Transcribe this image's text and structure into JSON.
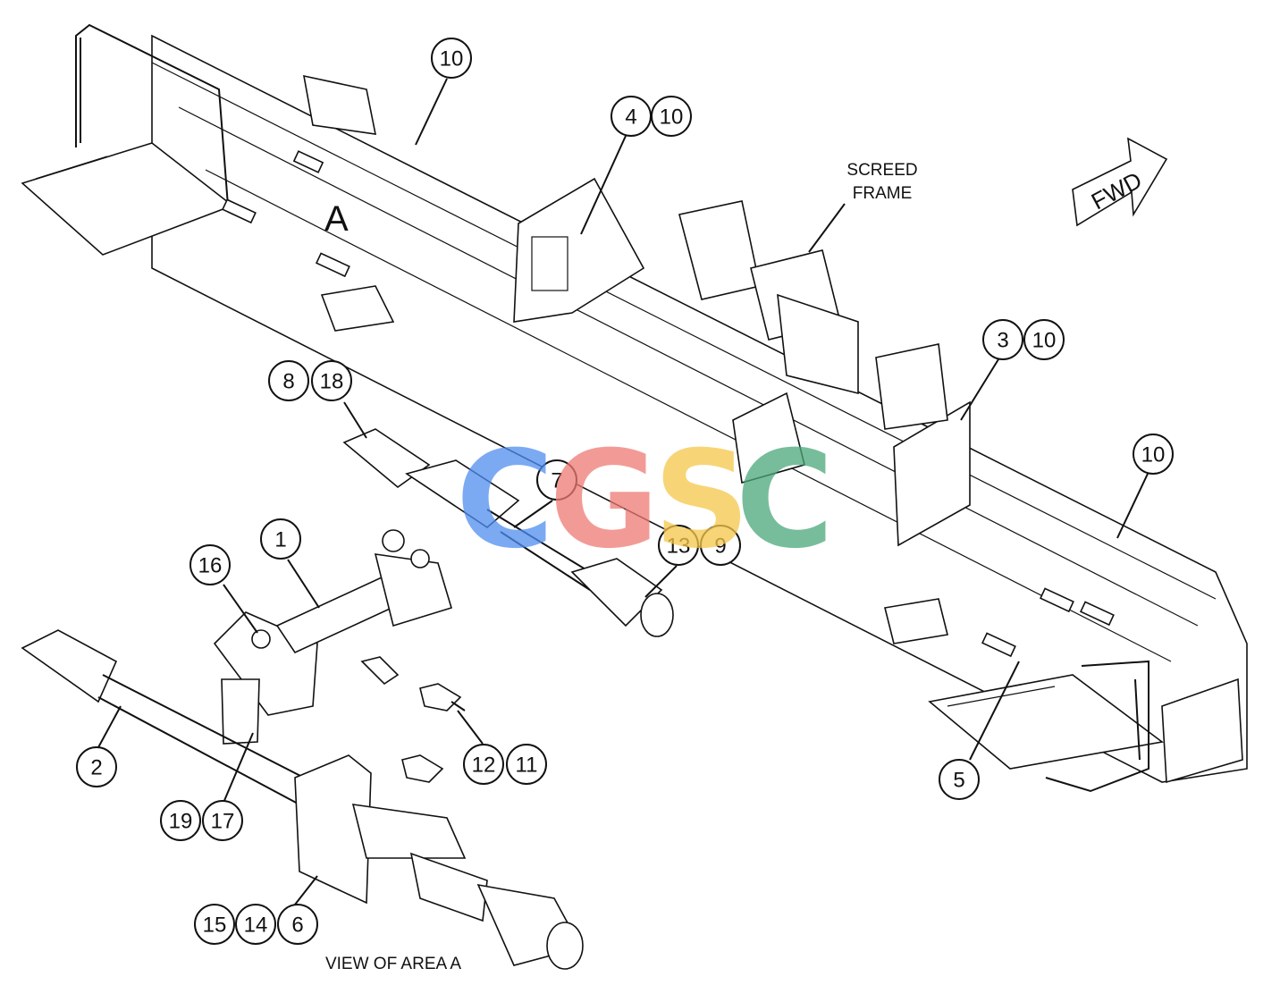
{
  "diagram": {
    "labels": [
      "10",
      "4",
      "10",
      "3",
      "10",
      "10",
      "8",
      "18",
      "7",
      "13",
      "9",
      "1",
      "16",
      "2",
      "19",
      "17",
      "12",
      "11",
      "5",
      "15",
      "14",
      "6"
    ],
    "text": {
      "screed_line1": "SCREED",
      "screed_line2": "FRAME",
      "fwd": "FWD",
      "area_marker": "A",
      "view_caption": "VIEW OF AREA A"
    },
    "watermark": {
      "letters": [
        "C",
        "G",
        "S",
        "C"
      ],
      "colors": [
        "#4f8ef0",
        "#ee7a73",
        "#f5c84a",
        "#4aa87a"
      ]
    }
  }
}
